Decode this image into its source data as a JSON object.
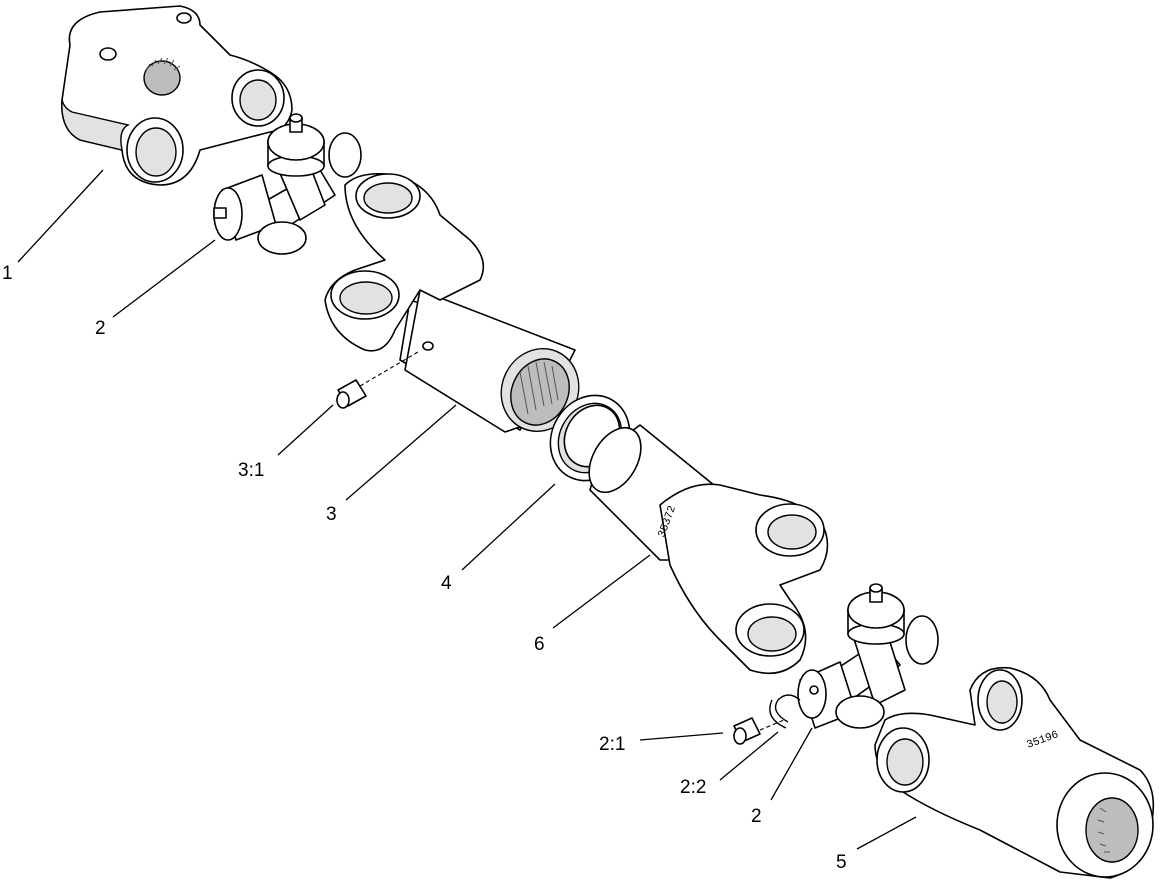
{
  "callouts": {
    "c1": "1",
    "c2a": "2",
    "c3_1": "3:1",
    "c3": "3",
    "c4": "4",
    "c6": "6",
    "c2_1": "2:1",
    "c2_2": "2:2",
    "c2b": "2",
    "c5": "5"
  },
  "stamps": {
    "tube_yoke": "35372",
    "end_yoke": "35196"
  }
}
